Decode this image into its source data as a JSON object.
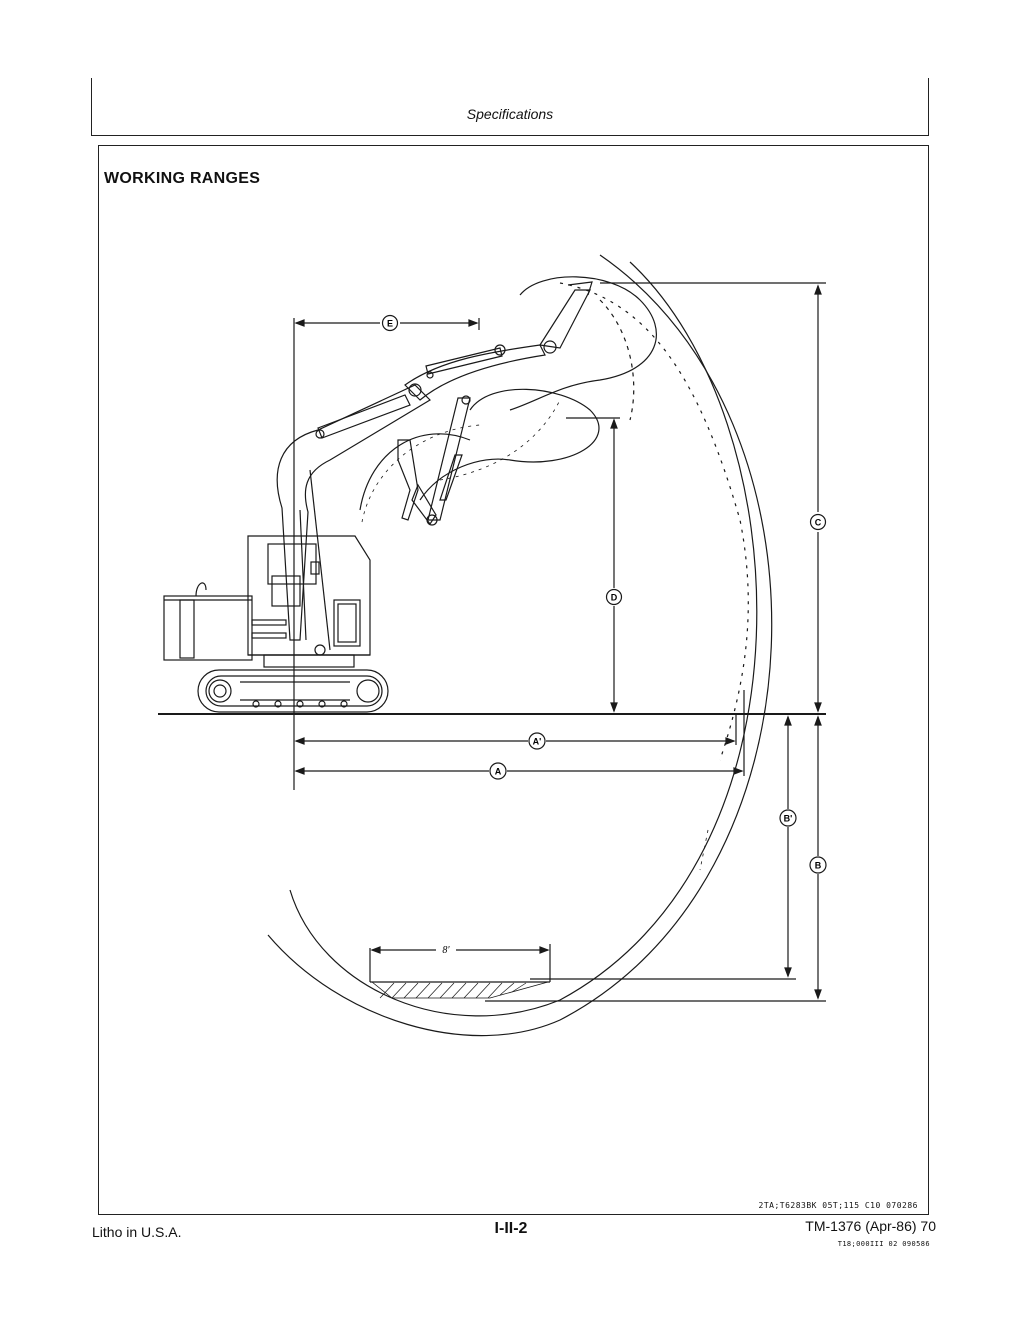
{
  "header": {
    "title": "Specifications"
  },
  "section": {
    "title": "WORKING RANGES"
  },
  "figure": {
    "labels": {
      "a": "A",
      "a_prime": "A'",
      "b": "B",
      "b_prime": "B'",
      "c": "C",
      "d": "D",
      "e": "E",
      "eight_ft": "8'"
    },
    "code": "2TA;T6283BK 05T;115 C10 070286"
  },
  "footer": {
    "left": "Litho in U.S.A.",
    "center": "I-II-2",
    "right": "TM-1376 (Apr-86) 70",
    "code": "T18;000III 02 090586"
  }
}
